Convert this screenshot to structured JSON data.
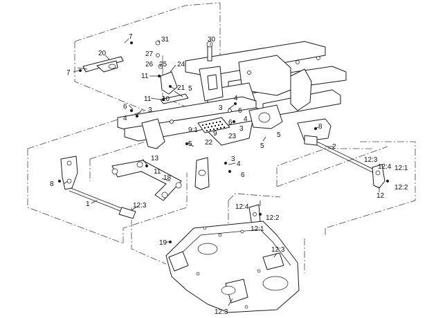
{
  "callouts": [
    {
      "id": "c7a",
      "text": "7"
    },
    {
      "id": "c31",
      "text": "31"
    },
    {
      "id": "c20",
      "text": "20"
    },
    {
      "id": "c27",
      "text": "27"
    },
    {
      "id": "c26",
      "text": "26"
    },
    {
      "id": "c25",
      "text": "25"
    },
    {
      "id": "c24",
      "text": "24"
    },
    {
      "id": "c30",
      "text": "30"
    },
    {
      "id": "c7b",
      "text": "7"
    },
    {
      "id": "c11a",
      "text": "11"
    },
    {
      "id": "c21",
      "text": "21"
    },
    {
      "id": "c5a",
      "text": "5"
    },
    {
      "id": "c11b",
      "text": "11"
    },
    {
      "id": "c10",
      "text": "10"
    },
    {
      "id": "c6a",
      "text": "6"
    },
    {
      "id": "c3a",
      "text": "3"
    },
    {
      "id": "c4a",
      "text": "4"
    },
    {
      "id": "c3b",
      "text": "3"
    },
    {
      "id": "c4b",
      "text": "4"
    },
    {
      "id": "c6b",
      "text": "6"
    },
    {
      "id": "c4c",
      "text": "4"
    },
    {
      "id": "c6c",
      "text": "6"
    },
    {
      "id": "c3c",
      "text": "3"
    },
    {
      "id": "c23",
      "text": "23"
    },
    {
      "id": "c8a",
      "text": "8"
    },
    {
      "id": "c91",
      "text": "9:1"
    },
    {
      "id": "c9",
      "text": "9"
    },
    {
      "id": "c22",
      "text": "22"
    },
    {
      "id": "c5b",
      "text": "5"
    },
    {
      "id": "c5c",
      "text": "5"
    },
    {
      "id": "c5d",
      "text": "5"
    },
    {
      "id": "c2",
      "text": "2"
    },
    {
      "id": "c13",
      "text": "13"
    },
    {
      "id": "c11c",
      "text": "11"
    },
    {
      "id": "c3d",
      "text": "3"
    },
    {
      "id": "c4d",
      "text": "4"
    },
    {
      "id": "c6d",
      "text": "6"
    },
    {
      "id": "c123a",
      "text": "12:3"
    },
    {
      "id": "c124a",
      "text": "12:4"
    },
    {
      "id": "c121a",
      "text": "12:1"
    },
    {
      "id": "c8b",
      "text": "8"
    },
    {
      "id": "c18",
      "text": "18"
    },
    {
      "id": "c122a",
      "text": "12:2"
    },
    {
      "id": "c12",
      "text": "12"
    },
    {
      "id": "c1",
      "text": "1"
    },
    {
      "id": "c123b",
      "text": "12:3"
    },
    {
      "id": "c124b",
      "text": "12:4"
    },
    {
      "id": "c122b",
      "text": "12:2"
    },
    {
      "id": "c121b",
      "text": "12:1"
    },
    {
      "id": "c19",
      "text": "19"
    },
    {
      "id": "c123c",
      "text": "12:3"
    },
    {
      "id": "c123d",
      "text": "12:3"
    }
  ]
}
